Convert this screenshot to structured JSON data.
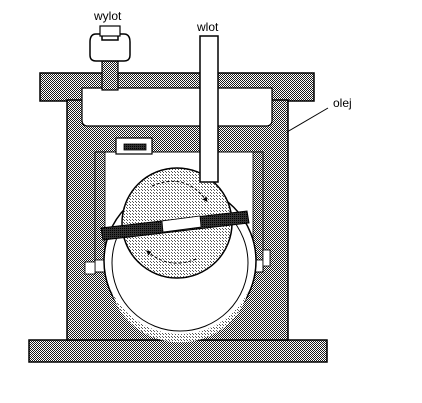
{
  "labels": {
    "outlet": "wylot",
    "inlet": "wlot",
    "oil": "olej"
  },
  "colors": {
    "outline": "#000000",
    "housing_hatch": "#8c8c8c",
    "rotor_hatch": "#b4b4b4",
    "background": "#ffffff"
  }
}
